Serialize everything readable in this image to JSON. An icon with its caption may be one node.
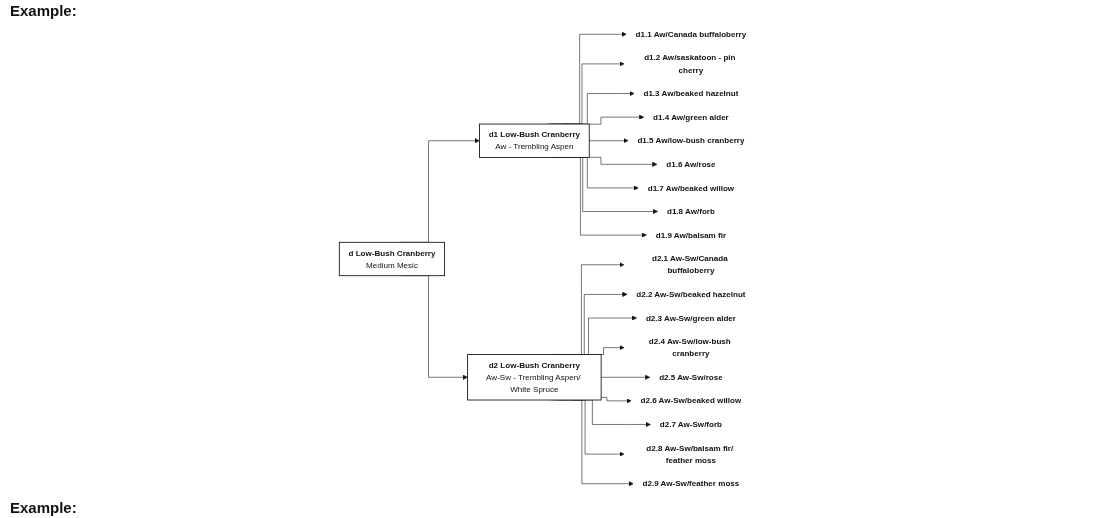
{
  "diagram": {
    "nodes": [
      {
        "text": [
          "d Low-Bush Cranberry",
          "Medium Mesic"
        ]
      },
      {
        "text": [
          "d1 Low-Bush Cranberry",
          "Aw - Trembling Aspen"
        ]
      },
      {
        "text": [
          "d1.1 Aw/Canada buffaloberry"
        ]
      },
      {
        "text": [
          "d1.2 Aw/saskatoon - pin cherry"
        ]
      },
      {
        "text": [
          "d1.3 Aw/beaked hazelnut"
        ]
      },
      {
        "text": [
          "d1.4 Aw/green alder"
        ]
      },
      {
        "text": [
          "d1.5 Aw/low-bush cranberry"
        ]
      },
      {
        "text": [
          "d1.6 Aw/rose"
        ]
      },
      {
        "text": [
          "d1.7 Aw/beaked willow"
        ]
      },
      {
        "text": [
          "d1.8 Aw/forb"
        ]
      },
      {
        "text": [
          "d1.9 Aw/balsam fir"
        ]
      },
      {
        "text": [
          "d2 Low-Bush Cranberry",
          "Aw-Sw - Trembling Aspen/ White Spruce"
        ]
      },
      {
        "text": [
          "d2.1 Aw-Sw/Canada buffaloberry"
        ]
      },
      {
        "text": [
          "d2.2 Aw-Sw/beaked hazelnut"
        ]
      },
      {
        "text": [
          "d2.3 Aw-Sw/green alder"
        ]
      },
      {
        "text": [
          "d2.4 Aw-Sw/low-bush cranberry"
        ]
      },
      {
        "text": [
          "d2.5 Aw-Sw/rose"
        ]
      },
      {
        "text": [
          "d2.6 Aw-Sw/beaked willow"
        ]
      },
      {
        "text": [
          "d2.7 Aw-Sw/forb"
        ]
      },
      {
        "text": [
          "d2.8 Aw-Sw/balsam fir/ feather moss"
        ]
      },
      {
        "text": [
          "d2.9 Aw-Sw/feather moss"
        ]
      }
    ],
    "edges": [
      {
        "from": 0,
        "to": 1,
        "arrow": "to"
      },
      {
        "from": 0,
        "to": 11,
        "arrow": "to"
      },
      {
        "from": 1,
        "to": 2,
        "arrow": "to"
      },
      {
        "from": 1,
        "to": 3,
        "arrow": "to"
      },
      {
        "from": 1,
        "to": 4,
        "arrow": "to"
      },
      {
        "from": 1,
        "to": 5,
        "arrow": "to"
      },
      {
        "from": 1,
        "to": 6,
        "arrow": "to"
      },
      {
        "from": 1,
        "to": 7,
        "arrow": "to"
      },
      {
        "from": 1,
        "to": 8,
        "arrow": "to"
      },
      {
        "from": 1,
        "to": 9,
        "arrow": "to"
      },
      {
        "from": 1,
        "to": 10,
        "arrow": "to"
      },
      {
        "from": 11,
        "to": 12,
        "arrow": "to"
      },
      {
        "from": 11,
        "to": 13,
        "arrow": "to"
      },
      {
        "from": 11,
        "to": 14,
        "arrow": "to"
      },
      {
        "from": 11,
        "to": 15,
        "arrow": "to"
      },
      {
        "from": 11,
        "to": 16,
        "arrow": "to"
      },
      {
        "from": 11,
        "to": 17,
        "arrow": "to"
      },
      {
        "from": 11,
        "to": 18,
        "arrow": "to"
      },
      {
        "from": 11,
        "to": 19,
        "arrow": "to"
      },
      {
        "from": 11,
        "to": 20,
        "arrow": "to"
      }
    ],
    "labels": [
      "Example:",
      "Example:"
    ]
  }
}
